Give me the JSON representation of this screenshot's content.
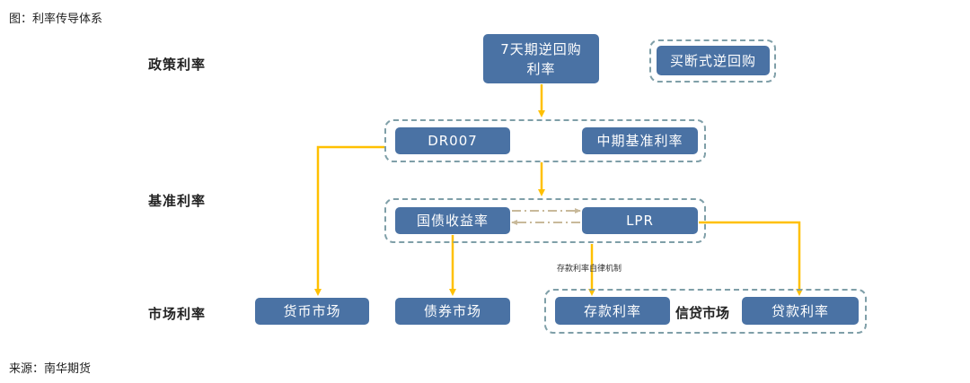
{
  "figure_title": "图：利率传导体系",
  "source": "来源：南华期货",
  "levels": {
    "policy": "政策利率",
    "benchmark": "基准利率",
    "market": "市场利率"
  },
  "nodes": {
    "reverse_repo_7d": "7天期逆回购\n利率",
    "outright_reverse_repo": "买断式逆回购",
    "dr007": "DR007",
    "mlf": "中期基准利率",
    "treasury_yield": "国债收益率",
    "lpr": "LPR",
    "money_market": "货币市场",
    "bond_market": "债券市场",
    "deposit_rate": "存款利率",
    "loan_rate": "贷款利率"
  },
  "credit_market_label": "信贷市场",
  "deposit_mechanism_note": "存款利率自律机制",
  "colors": {
    "node_fill": "#4a72a4",
    "arrow": "#ffc000",
    "dashed_border": "#7f9fa8",
    "dash_dot_arrow": "#c8b99a"
  }
}
